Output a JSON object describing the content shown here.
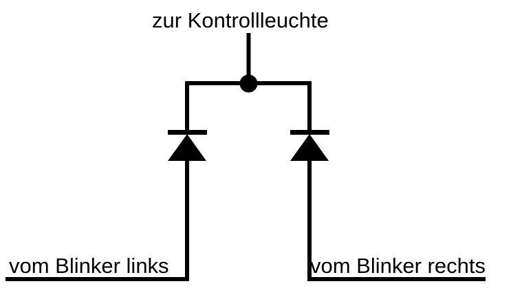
{
  "diagram": {
    "title": "zur Kontrollleuchte",
    "type": "circuit-schematic",
    "description": "Zwei Dioden verbinden die Blinkerleitungen links und rechts mit der Kontrollleuchte",
    "stroke_color": "#000000",
    "background_color": "#ffffff",
    "stroke_width": 6,
    "labels": {
      "top": "zur Kontrollleuchte",
      "bottom_left": "vom Blinker links",
      "bottom_right": "vom Blinker rechts"
    },
    "components": [
      {
        "name": "diode-left",
        "type": "diode",
        "orientation": "up",
        "anode": "bottom",
        "cathode": "top"
      },
      {
        "name": "diode-right",
        "type": "diode",
        "orientation": "up",
        "anode": "bottom",
        "cathode": "top"
      },
      {
        "name": "junction-node",
        "type": "junction-dot"
      }
    ],
    "nets": [
      {
        "name": "kontrollleuchte-lead",
        "from": "junction-node",
        "to": "zur Kontrollleuchte"
      },
      {
        "name": "blinker-links-lead",
        "from": "diode-left",
        "to": "vom Blinker links"
      },
      {
        "name": "blinker-rechts-lead",
        "from": "diode-right",
        "to": "vom Blinker rechts"
      }
    ]
  }
}
